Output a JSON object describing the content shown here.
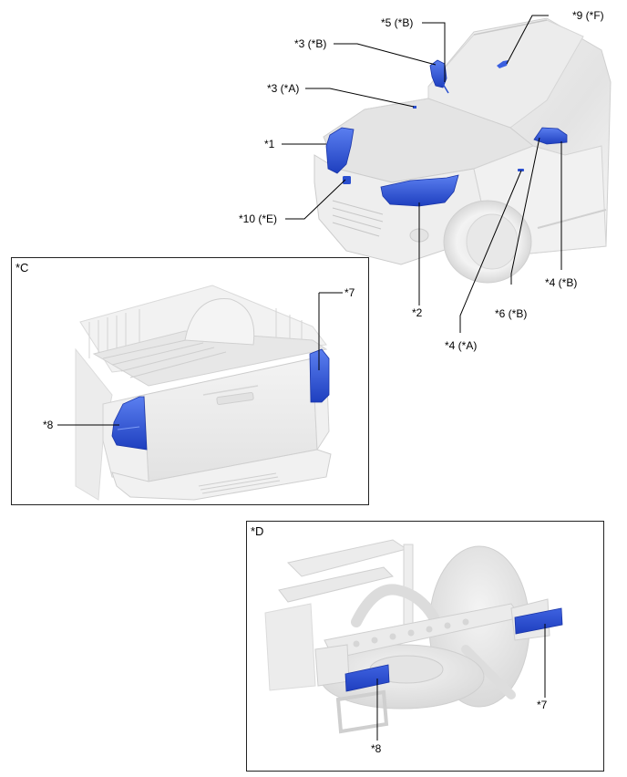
{
  "diagram": {
    "description": "Vehicle component location illustration (front view, rear bed view, under-body view)",
    "colors": {
      "highlight_part": "#2a4fd0",
      "highlight_part_light": "#5b7ff0",
      "body_gray": "#e6e6e6",
      "body_shade": "#cfcfcf",
      "leader_line": "#000000",
      "panel_border": "#222222"
    },
    "main_view": {
      "labels": [
        {
          "id": "5B",
          "text": "*5 (*B)"
        },
        {
          "id": "3B",
          "text": "*3 (*B)"
        },
        {
          "id": "9F",
          "text": "*9 (*F)"
        },
        {
          "id": "3A",
          "text": "*3 (*A)"
        },
        {
          "id": "1",
          "text": "*1"
        },
        {
          "id": "10E",
          "text": "*10 (*E)"
        },
        {
          "id": "4B",
          "text": "*4 (*B)"
        },
        {
          "id": "2",
          "text": "*2"
        },
        {
          "id": "6B",
          "text": "*6 (*B)"
        },
        {
          "id": "4A",
          "text": "*4 (*A)"
        }
      ]
    },
    "panel_c": {
      "title": "*C",
      "labels": [
        {
          "id": "7",
          "text": "*7"
        },
        {
          "id": "8",
          "text": "*8"
        }
      ]
    },
    "panel_d": {
      "title": "*D",
      "labels": [
        {
          "id": "7",
          "text": "*7"
        },
        {
          "id": "8",
          "text": "*8"
        }
      ]
    }
  }
}
